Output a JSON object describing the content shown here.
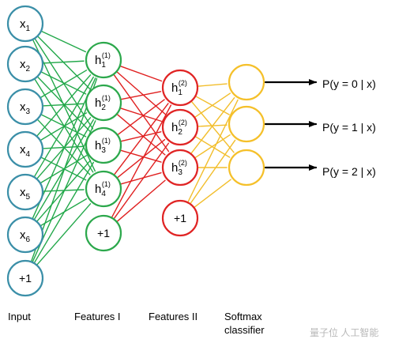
{
  "layers": [
    {
      "id": "input",
      "label": "Input",
      "color": "#3b8fa8",
      "nodes": [
        {
          "main": "x",
          "sub": "1",
          "sup": ""
        },
        {
          "main": "x",
          "sub": "2",
          "sup": ""
        },
        {
          "main": "x",
          "sub": "3",
          "sup": ""
        },
        {
          "main": "x",
          "sub": "4",
          "sup": ""
        },
        {
          "main": "x",
          "sub": "5",
          "sup": ""
        },
        {
          "main": "x",
          "sub": "6",
          "sup": ""
        },
        {
          "main": "+1",
          "sub": "",
          "sup": ""
        }
      ]
    },
    {
      "id": "features-1",
      "label": "Features I",
      "color": "#2ca84c",
      "nodes": [
        {
          "main": "h",
          "sub": "1",
          "sup": "(1)"
        },
        {
          "main": "h",
          "sub": "2",
          "sup": "(1)"
        },
        {
          "main": "h",
          "sub": "3",
          "sup": "(1)"
        },
        {
          "main": "h",
          "sub": "4",
          "sup": "(1)"
        },
        {
          "main": "+1",
          "sub": "",
          "sup": ""
        }
      ]
    },
    {
      "id": "features-2",
      "label": "Features II",
      "color": "#e02424",
      "nodes": [
        {
          "main": "h",
          "sub": "1",
          "sup": "(2)"
        },
        {
          "main": "h",
          "sub": "2",
          "sup": "(2)"
        },
        {
          "main": "h",
          "sub": "3",
          "sup": "(2)"
        },
        {
          "main": "+1",
          "sub": "",
          "sup": ""
        }
      ]
    },
    {
      "id": "softmax",
      "label_lines": [
        "Softmax",
        "classifier"
      ],
      "color": "#f5c02a",
      "nodes": [
        {
          "main": "",
          "sub": "",
          "sup": ""
        },
        {
          "main": "",
          "sub": "",
          "sup": ""
        },
        {
          "main": "",
          "sub": "",
          "sup": ""
        }
      ]
    }
  ],
  "edge_colors": {
    "input_to_features_1": "#22a84a",
    "features_1_to_features_2": "#e02020",
    "features_2_to_softmax": "#f2be2c",
    "softmax_to_output": "#000000"
  },
  "outputs": [
    "P(y = 0 | x)",
    "P(y = 1 | x)",
    "P(y = 2 | x)"
  ],
  "watermark": "量子位 人工智能"
}
